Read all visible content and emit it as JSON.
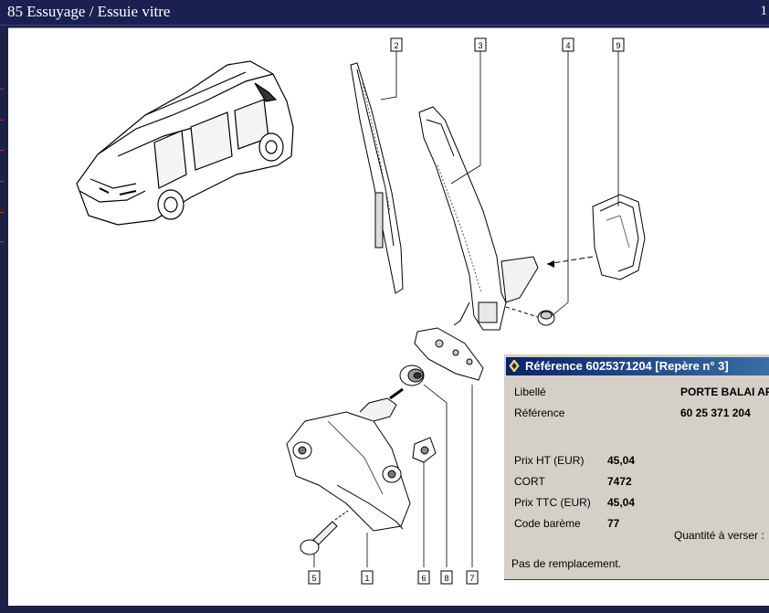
{
  "window": {
    "title": "85 Essuyage / Essuie vitre",
    "page_number": "1"
  },
  "diagram": {
    "callouts": [
      "2",
      "3",
      "4",
      "9",
      "5",
      "1",
      "6",
      "8",
      "7"
    ]
  },
  "popup": {
    "title": "Référence 6025371204 [Repère n° 3]",
    "icon": "renault-logo-icon",
    "libelle_label": "Libellé",
    "libelle_value": "PORTE BALAI AR",
    "reference_label": "Référence",
    "reference_value": "60 25 371 204",
    "prix_ht_label": "Prix HT (EUR)",
    "prix_ht_value": "45,04",
    "cort_label": "CORT",
    "cort_value": "7472",
    "prix_ttc_label": "Prix TTC (EUR)",
    "prix_ttc_value": "45,04",
    "code_bareme_label": "Code barème",
    "code_bareme_value": "77",
    "quantite_label": "Quantité à verser :",
    "remplacement_text": "Pas de remplacement."
  },
  "colors": {
    "window_bg": "#1c2148",
    "popup_title_start": "#0a246a",
    "popup_title_end": "#3a6ea5",
    "popup_bg": "#d4d0c8"
  }
}
